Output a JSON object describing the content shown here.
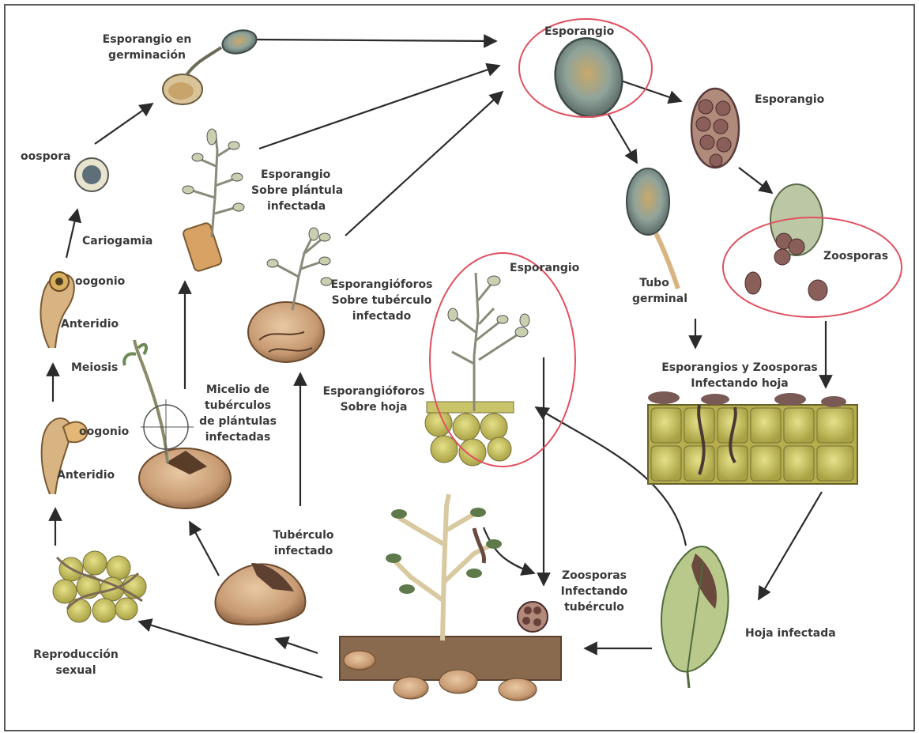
{
  "labels": {
    "esporangio_germinacion": [
      "Esporangio en",
      "germinación"
    ],
    "oospora": "oospora",
    "cariogamia": "Cariogamia",
    "oogonio_top": "oogonio",
    "anteridio_top": "Anteridio",
    "meiosis": "Meiosis",
    "oogonio_bottom": "oogonio",
    "anteridio_bottom": "Anteridio",
    "reproduccion_sexual": [
      "Reproducción",
      "sexual"
    ],
    "esporangio_plantula": [
      "Esporangio",
      "Sobre plántula",
      "infectada"
    ],
    "micelio": [
      "Micelio de",
      "tubérculos",
      "de plántulas",
      "infectadas"
    ],
    "esporangioforos_tuberculo": [
      "Esporangióforos",
      "Sobre tubérculo",
      "infectado"
    ],
    "tuberculo_infectado": [
      "Tubérculo",
      "infectado"
    ],
    "esporangioforos_hoja": [
      "Esporangióforos",
      "Sobre hoja"
    ],
    "esporangio_center": "Esporangio",
    "esporangio_top_circled": "Esporangio",
    "esporangio_right": "Esporangio",
    "tubo_germinal": [
      "Tubo",
      "germinal"
    ],
    "zoosporas": "Zoosporas",
    "esporangios_zoosporas_hoja": [
      "Esporangios y Zoosporas",
      "Infectando hoja"
    ],
    "zoosporas_tuberculo": [
      "Zoosporas",
      "Infectando",
      "tubérculo"
    ],
    "hoja_infectada": "Hoja infectada"
  },
  "colors": {
    "highlight_circle": "#e05060",
    "arrow": "#2b2b2b",
    "sporangium_fill": "#8fa39a",
    "tuber_fill": "#c79a72",
    "cell_fill": "#c9c46a",
    "leaf_fill": "#b9c98c",
    "soil_fill": "#8a6a4e"
  }
}
